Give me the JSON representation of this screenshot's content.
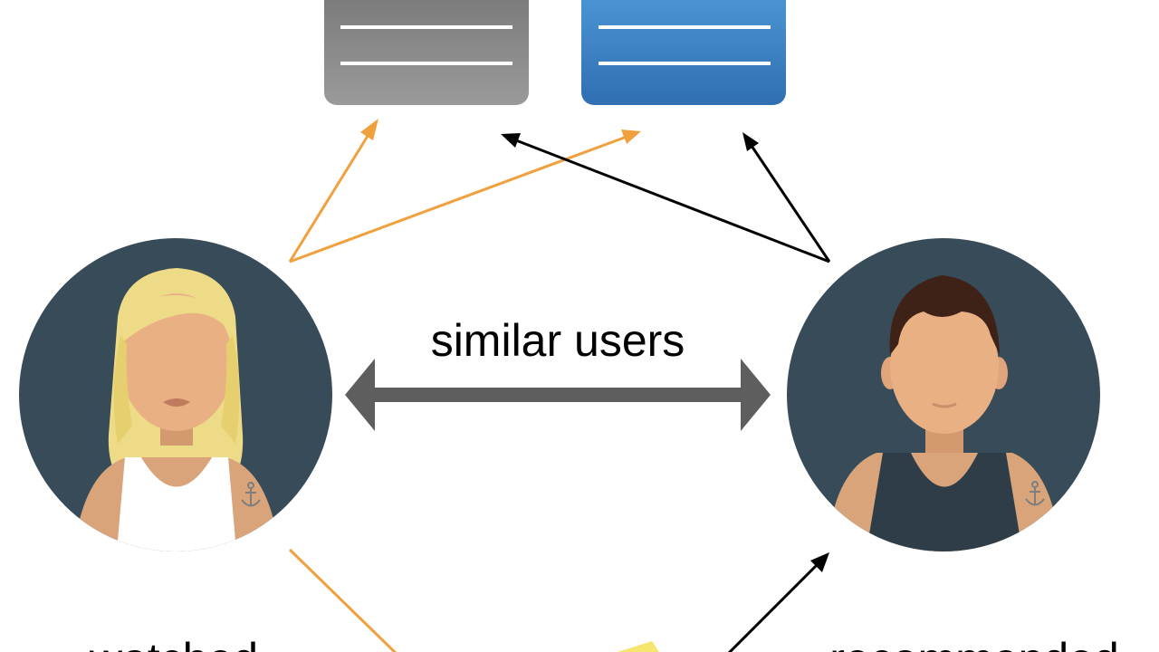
{
  "labels": {
    "similar_users": "similar users",
    "watched": "watched",
    "recommended": "recommended"
  },
  "colors": {
    "background": "#ffffff",
    "watched_arrow": "#f0a03c",
    "recommended_arrow": "#000000",
    "similar_arrow": "#5e5e5e",
    "avatar_background": "#384b58",
    "skin": "#e9b084",
    "woman_hair": "#eedb87",
    "man_hair": "#3e2218",
    "item_gray": "#8a8a8a",
    "item_blue": "#3f86c8",
    "item_yellow": "#f6e66e"
  },
  "icons": {
    "user_a": "woman-avatar-icon",
    "user_b": "man-avatar-icon",
    "tattoo": "anchor-icon"
  }
}
